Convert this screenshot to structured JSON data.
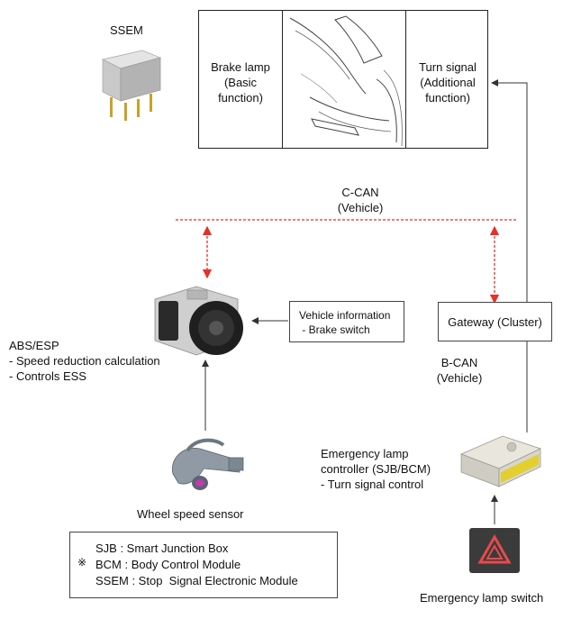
{
  "top_panel": {
    "brake_lamp": [
      "Brake lamp",
      "(Basic",
      "function)"
    ],
    "turn_signal": [
      "Turn signal",
      "(Additional",
      "function)"
    ]
  },
  "ssem": {
    "label": "SSEM"
  },
  "c_can": {
    "line1": "C-CAN",
    "line2": "(Vehicle)"
  },
  "b_can": {
    "line1": "B-CAN",
    "line2": "(Vehicle)"
  },
  "abs_esp": {
    "title": "ABS/ESP",
    "lines": [
      "- Speed reduction calculation",
      "- Controls ESS"
    ]
  },
  "vehicle_info": {
    "line1": "Vehicle information",
    "line2": " - Brake switch"
  },
  "gateway": {
    "label": "Gateway (Cluster)"
  },
  "wheel_sensor": {
    "label": "Wheel speed sensor"
  },
  "emergency_controller": {
    "lines": [
      "Emergency lamp",
      "controller (SJB/BCM)",
      "- Turn signal control"
    ]
  },
  "emergency_switch": {
    "label": "Emergency lamp switch"
  },
  "legend": {
    "symbol": "※",
    "items": [
      "SJB : Smart Junction Box",
      "BCM : Body Control Module",
      "SSEM : Stop  Signal Electronic Module"
    ]
  },
  "colors": {
    "can_bus": "#e8302a",
    "line": "#333333",
    "switch_body": "#3b3b3b",
    "warning": "#e84a4a"
  }
}
